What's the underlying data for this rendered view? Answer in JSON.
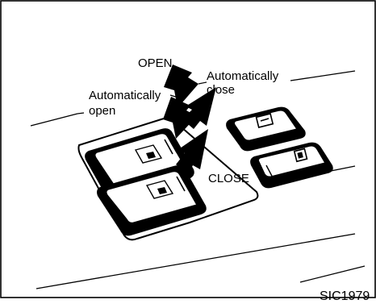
{
  "labels": {
    "open": "OPEN",
    "auto_close_1": "Automatically",
    "auto_close_2": "close",
    "auto_open_1": "Automatically",
    "auto_open_2": "open",
    "close": "CLOSE"
  },
  "figure_code": "SIC1979",
  "colors": {
    "ink": "#000000",
    "paper": "#ffffff"
  }
}
